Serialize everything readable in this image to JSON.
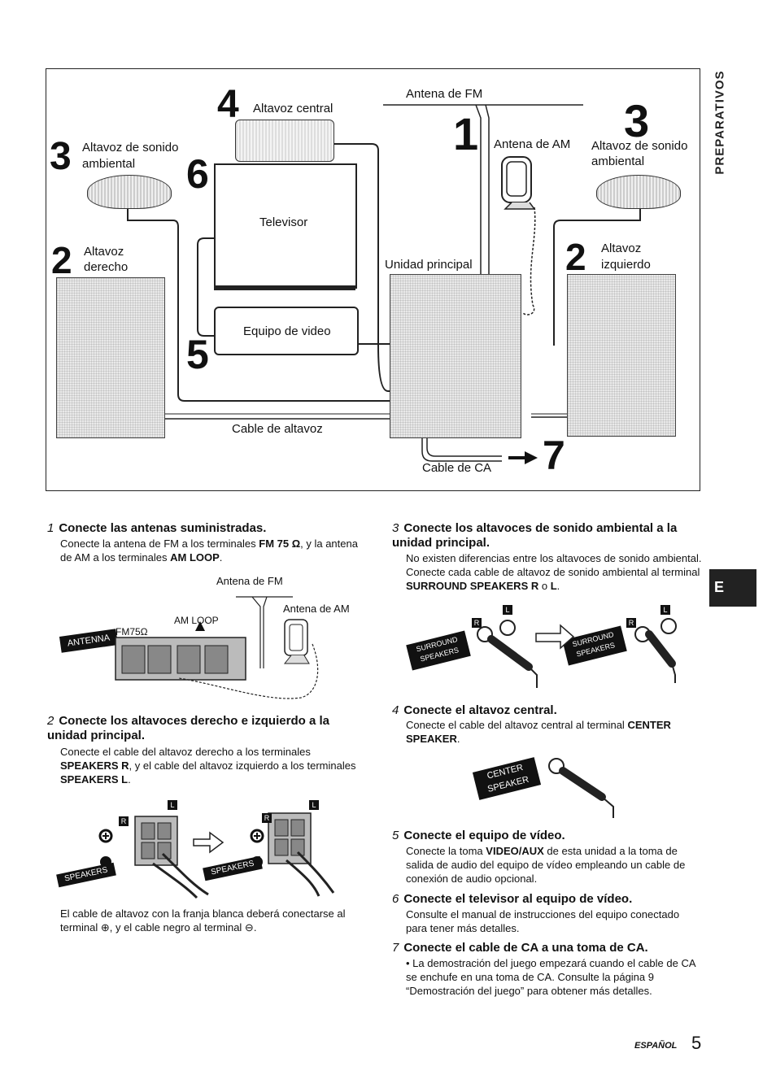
{
  "side_label": "PREPARATIVOS",
  "lang_tab": "E",
  "diagram": {
    "labels": {
      "fm_antenna": "Antena de FM",
      "am_antenna": "Antena de AM",
      "center_speaker": "Altavoz central",
      "surround_left_line1": "Altavoz de sonido",
      "surround_left_line2": "ambiental",
      "surround_right_line1": "Altavoz de sonido",
      "surround_right_line2": "ambiental",
      "tv": "Televisor",
      "main_unit": "Unidad principal",
      "right_speaker_line1": "Altavoz",
      "right_speaker_line2": "derecho",
      "left_speaker_line1": "Altavoz",
      "left_speaker_line2": "izquierdo",
      "vcr": "Equipo de video",
      "speaker_cable": "Cable de altavoz",
      "ac_cable": "Cable de CA"
    },
    "numbers": {
      "n1": "1",
      "n2a": "2",
      "n2b": "2",
      "n3a": "3",
      "n3b": "3",
      "n4": "4",
      "n5": "5",
      "n6": "6",
      "n7": "7"
    }
  },
  "steps": {
    "s1": {
      "num": "1",
      "title": "Conecte las antenas suministradas.",
      "body_a": "Conecte la antena de FM a los terminales ",
      "body_b": "FM 75 Ω",
      "body_c": ", y la antena de AM a los terminales ",
      "body_d": "AM LOOP",
      "body_e": ".",
      "fig_fm": "Antena de FM",
      "fig_am": "Antena de AM",
      "fig_tag": "ANTENNA",
      "fig_fm75": "FM75Ω",
      "fig_loop": "AM LOOP"
    },
    "s2": {
      "num": "2",
      "title": "Conecte los altavoces derecho e izquierdo a la unidad principal.",
      "body_a": "Conecte el cable del altavoz derecho a los terminales ",
      "body_b": "SPEAKERS R",
      "body_c": ", y el cable del altavoz izquierdo a los terminales ",
      "body_d": "SPEAKERS L",
      "body_e": ".",
      "fig_tag_r": "SPEAKERS",
      "fig_tag_l": "SPEAKERS",
      "fig_r": "R",
      "fig_l": "L",
      "note": "El cable de altavoz con la franja blanca deberá conectarse al terminal ⊕, y el cable negro al terminal ⊖."
    },
    "s3": {
      "num": "3",
      "title": "Conecte los altavoces de sonido ambiental a la unidad principal.",
      "body_a": "No existen diferencias entre los altavoces de sonido ambiental. Conecte cada cable de altavoz de sonido ambiental al terminal ",
      "body_b": "SURROUND SPEAKERS R",
      "body_c": " o ",
      "body_d": "L",
      "body_e": ".",
      "fig_tag": "SURROUND SPEAKERS",
      "fig_r": "R",
      "fig_l": "L"
    },
    "s4": {
      "num": "4",
      "title": "Conecte el altavoz central.",
      "body_a": "Conecte el cable del altavoz central al terminal ",
      "body_b": "CENTER SPEAKER",
      "body_c": ".",
      "fig_tag": "CENTER SPEAKER"
    },
    "s5": {
      "num": "5",
      "title": "Conecte el equipo de vídeo.",
      "body_a": "Conecte la toma ",
      "body_b": "VIDEO/AUX",
      "body_c": " de esta unidad a la toma de salida de audio del equipo de vídeo empleando un cable de conexión de audio opcional."
    },
    "s6": {
      "num": "6",
      "title": "Conecte el televisor al equipo de vídeo.",
      "body": "Consulte el manual de instrucciones del equipo conectado para tener más detalles."
    },
    "s7": {
      "num": "7",
      "title": "Conecte el cable de CA a una toma de CA.",
      "body": "• La demostración del juego empezará cuando el cable de CA se enchufe en una toma de CA. Consulte la página 9 “Demostración del juego” para obtener más detalles."
    }
  },
  "footer": {
    "lang": "ESPAÑOL",
    "page": "5"
  }
}
